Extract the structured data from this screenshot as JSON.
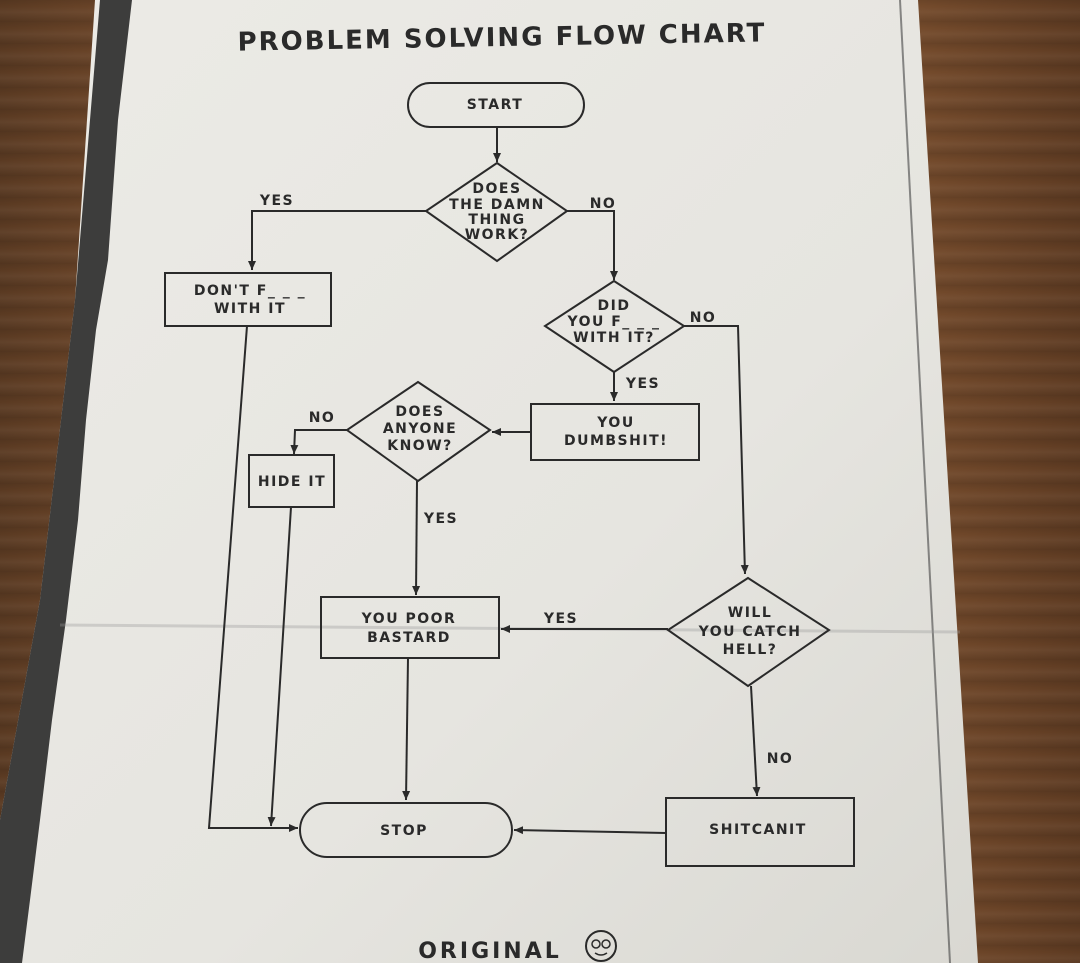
{
  "title": "PROBLEM SOLVING FLOW CHART",
  "nodes": {
    "start": "START",
    "q_work": [
      "DOES",
      "THE DAMN",
      "THING",
      "WORK?"
    ],
    "dont_touch": [
      "DON'T F_ _ _",
      "WITH IT"
    ],
    "q_did_you": [
      "DID",
      "YOU F_ _ _",
      "WITH IT?"
    ],
    "dumbshit": [
      "YOU",
      "DUMBSHIT!"
    ],
    "q_anyone": [
      "DOES",
      "ANYONE",
      "KNOW?"
    ],
    "hide_it": "HIDE IT",
    "poor_bastard": [
      "YOU POOR",
      "BASTARD"
    ],
    "q_catch_hell": [
      "WILL",
      "YOU CATCH",
      "HELL?"
    ],
    "shitcanit": "SHITCANIT",
    "stop": "STOP"
  },
  "edge_labels": {
    "work_yes": "YES",
    "work_no": "NO",
    "did_no": "NO",
    "did_yes": "YES",
    "anyone_no": "NO",
    "anyone_yes": "YES",
    "hell_yes": "YES",
    "hell_no": "NO"
  },
  "brand": "ORIGINAL",
  "colors": {
    "paper": "#e9e8e3",
    "ink": "#2a2a2a",
    "wood": "#6b4328"
  }
}
